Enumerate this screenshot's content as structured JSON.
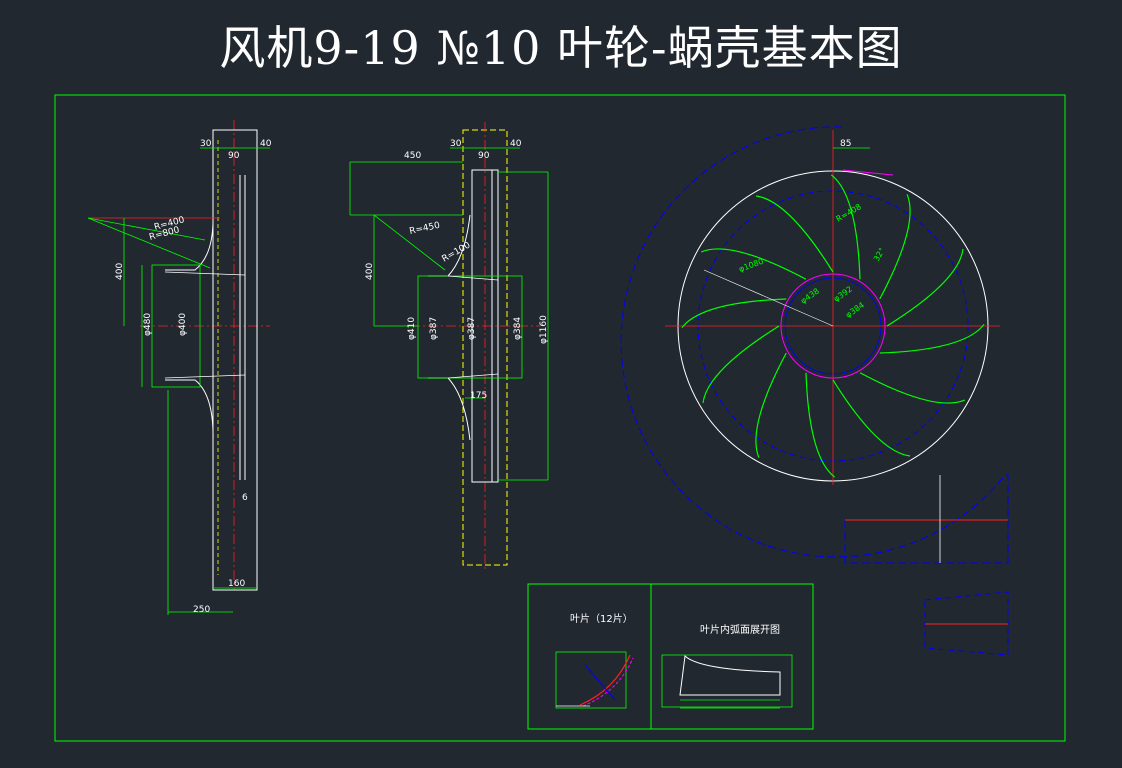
{
  "title": "风机9-19 №10 叶轮-蜗壳基本图",
  "colors": {
    "background": "#212830",
    "frame": "#00ff00",
    "outline": "#ffffff",
    "centerline": "#ff2020",
    "blade": "#00ff00",
    "hidden": "#0000ff",
    "magenta": "#ff00ff",
    "yellow": "#ffff00"
  },
  "views": {
    "side1": {
      "dims": {
        "top_a": "30",
        "top_b": "90",
        "top_c": "40",
        "r1": "R=400",
        "r2": "R=800",
        "h": "400",
        "d1": "φ480",
        "d2": "φ400",
        "bottom_a": "160",
        "bottom_b": "250",
        "thk": "6"
      }
    },
    "side2": {
      "dims": {
        "top_w": "450",
        "top_a": "30",
        "top_b": "90",
        "top_c": "40",
        "r1": "R=450",
        "r2": "R=100",
        "h": "400",
        "d1": "φ410",
        "d2": "φ387",
        "d3": "φ387",
        "d4": "φ384",
        "d5": "φ1160",
        "bot": "175"
      }
    },
    "front": {
      "dims": {
        "top": "85",
        "d_outer": "φ1080",
        "d_mid": "φ438",
        "d_in1": "φ392",
        "d_in2": "φ384",
        "r_blade": "R=408",
        "angle": "32°"
      }
    }
  },
  "details": {
    "left_caption": "叶片（12片）",
    "right_caption": "叶片内弧面展开图"
  }
}
